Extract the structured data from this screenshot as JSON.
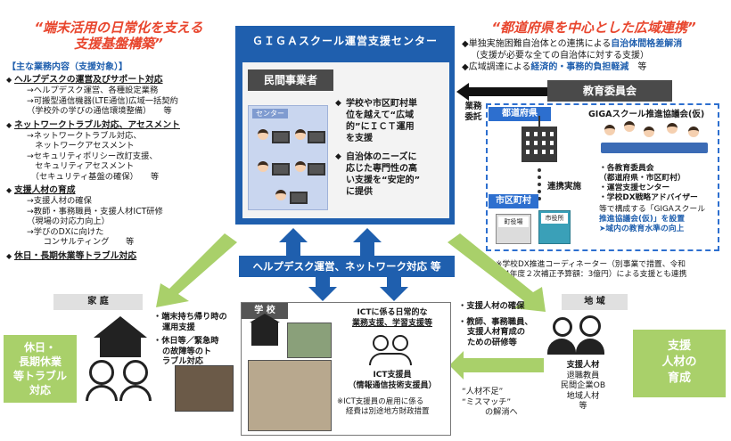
{
  "left_title": [
    "“端末活用の日常化を支える",
    "支援基盤構築”"
  ],
  "main_list": {
    "heading": "【主な業務内容（支援対象）】",
    "sections": [
      {
        "title": "ヘルプデスクの運営及びサポート対応",
        "lines": [
          "→ヘルプデスク運営、各種設定業務",
          "→可搬型通信機器(LTE通信)広域一括契約",
          "（学校外の学びの通信環境整備）　　等"
        ]
      },
      {
        "title": "ネットワークトラブル対応、アセスメント",
        "lines": [
          "→ネットワークトラブル対応、",
          "　ネットワークアセスメント",
          "→セキュリティポリシー改訂支援、",
          "　セキュリティアセスメント",
          "　（セキュリティ基盤の確保）　　等"
        ]
      },
      {
        "title": "支援人材の育成",
        "lines": [
          "→支援人材の確保",
          "→教師・事務職員・支援人材ICT研修",
          "（現場の対応力向上）",
          "→学びのDXに向けた",
          "　　コンサルティング　　等"
        ]
      },
      {
        "title": "休日・長期休業等トラブル対応",
        "lines": []
      }
    ]
  },
  "center": {
    "title": "ＧＩＧＡスクール運営支援センター",
    "sub_label": "民間事業者",
    "illus_label": "センター",
    "bullets": [
      [
        "学校や市区町村単",
        "位を越えて“広域",
        "的”にＩＣＴ運用",
        "を支援"
      ],
      [
        "自治体のニーズに",
        "応じた専門性の高",
        "い支援を“安定的”",
        "に提供"
      ]
    ]
  },
  "helpdesk_band": "ヘルプデスク運営、ネットワーク対応 等",
  "right_title": "“都道府県を中心とした広域連携”",
  "right_bullets": [
    {
      "prefix": "◆単独実施困難自治体との連携による",
      "emph": "自治体間格差解消",
      "suffix": ""
    },
    {
      "prefix": "（支援が必要な全ての自治体に対する支援）",
      "emph": "",
      "suffix": ""
    },
    {
      "prefix": "◆広域調達による",
      "emph": "経済的・事務的負担軽減",
      "suffix": "　等"
    }
  ],
  "kyoiku_label": "教育委員会",
  "gyomu_itaku": [
    "業務",
    "委託"
  ],
  "pref_label": "都道府県",
  "city_label": "市区町村",
  "renkei": "連携実施",
  "giga_council": "GIGAスクール推進協議会(仮)",
  "council_members": [
    "・各教育委員会",
    "（都道府県・市区町村）",
    "・運営支援センター",
    "・学校DX戦略アドバイザー"
  ],
  "council_note": [
    "等で構成する「GIGAスクール",
    "推進協議会(仮)」を設置",
    "➤域内の教育水準の向上"
  ],
  "city_signs": [
    "町役場",
    "市役所"
  ],
  "note_bottom": [
    "※学校DX推進コーディネーター（別事業で措置、令和",
    "4年度２次補正予算額：3億円）による支援とも連携"
  ],
  "home": {
    "label": "家 庭",
    "bullets": [
      [
        "端末持ち帰り時の",
        "運用支援"
      ],
      [
        "休日等／緊急時",
        "の故障等のト",
        "ラブル対応"
      ]
    ],
    "green": [
      "休日・",
      "長期休業",
      "等トラブル",
      "対応"
    ]
  },
  "school": {
    "label": "学 校",
    "ict_daily": [
      "ICTに係る日常的な",
      "業務支援、学習支援等"
    ],
    "ict_staff": [
      "ICT支援員",
      "（情報通信技術支援員）"
    ],
    "note": [
      "※ICT支援員の雇用に係る",
      "経費は別途地方財政措置"
    ]
  },
  "region": {
    "label": "地 域",
    "bullets": [
      [
        "支援人材の確保"
      ],
      [
        "教師、事務職員、",
        "支援人材育成の",
        "ための研修等"
      ]
    ],
    "persons_title": "支援人材",
    "persons": [
      "退職教員",
      "民間企業OB",
      "地域人材",
      "等"
    ],
    "green": [
      "支援",
      "人材の",
      "育成"
    ]
  },
  "mismatch": [
    "“人材不足”",
    "“ミスマッチ”",
    "の解消へ"
  ]
}
